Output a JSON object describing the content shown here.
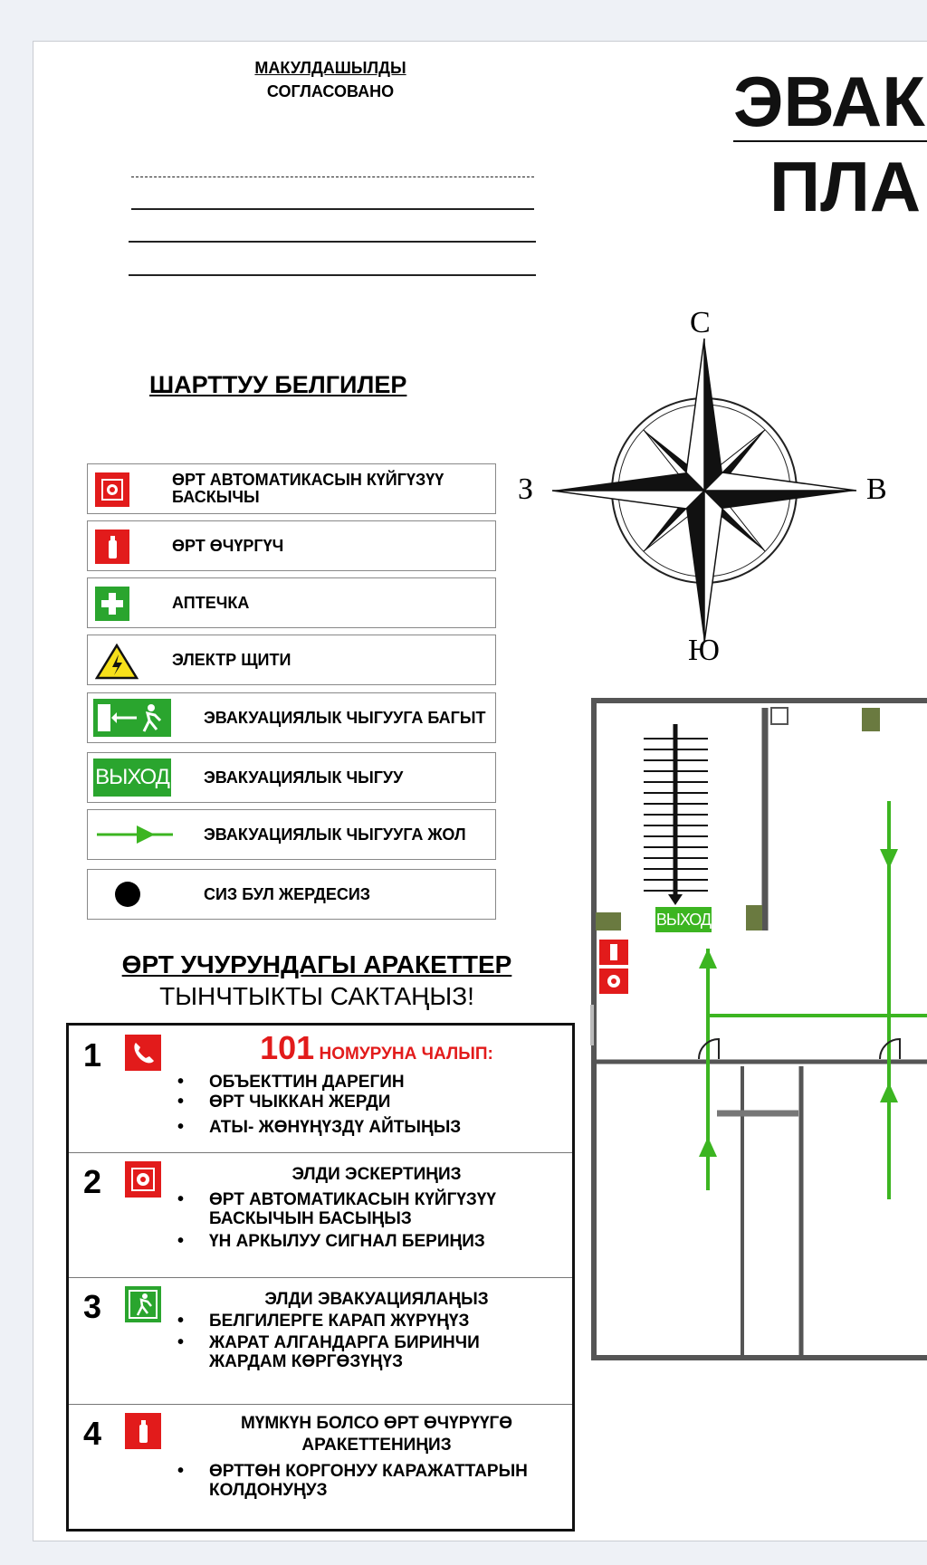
{
  "approval": {
    "line1": "МАКУЛДАШЫЛДЫ",
    "line2": "СОГЛАСОВАНО"
  },
  "title": {
    "line1": "ЭВАК",
    "line2": "ПЛА"
  },
  "compass": {
    "north": "С",
    "south": "Ю",
    "west": "З",
    "east": "В"
  },
  "legend": {
    "heading": "ШАРТТУУ БЕЛГИЛЕР",
    "items": [
      {
        "label": "ӨРТ АВТОМАТИКАСЫН КҮЙГҮЗҮҮ БАСКЫЧЫ",
        "icon": "fire-alarm-button-icon"
      },
      {
        "label": "ӨРТ ӨЧҮРГҮЧ",
        "icon": "fire-extinguisher-icon"
      },
      {
        "label": "АПТЕЧКА",
        "icon": "first-aid-icon"
      },
      {
        "label": "ЭЛЕКТР ЩИТИ",
        "icon": "electric-panel-icon"
      },
      {
        "label": "ЭВАКУАЦИЯЛЫК ЧЫГУУГА БАГЫТ",
        "icon": "exit-direction-icon"
      },
      {
        "label": "ЭВАКУАЦИЯЛЫК ЧЫГУУ",
        "icon": "exit-sign-icon",
        "sign": "ВЫХОД"
      },
      {
        "label": "ЭВАКУАЦИЯЛЫК ЧЫГУУГА ЖОЛ",
        "icon": "evacuation-route-icon"
      },
      {
        "label": "СИЗ БУЛ ЖЕРДЕСИЗ",
        "icon": "you-are-here-icon"
      }
    ]
  },
  "actions": {
    "heading": "ӨРТ УЧУРУНДАГЫ АРАКЕТТЕР",
    "subheading": "ТЫНЧТЫКТЫ САКТАҢЫЗ!",
    "steps": [
      {
        "num": "1",
        "phone": "101",
        "head": "НОМУРУНА ЧАЛЫП:",
        "bullets": [
          "ОБЪЕКТТИН ДАРЕГИН",
          "ӨРТ ЧЫККАН ЖЕРДИ",
          "АТЫ- ЖӨНҮҢҮЗДҮ АЙТЫҢЫЗ"
        ]
      },
      {
        "num": "2",
        "head": "ЭЛДИ ЭСКЕРТИҢИЗ",
        "bullets": [
          "ӨРТ АВТОМАТИКАСЫН КҮЙГҮЗҮҮ БАСКЫЧЫН БАСЫҢЫЗ",
          "ҮН АРКЫЛУУ СИГНАЛ БЕРИҢИЗ"
        ]
      },
      {
        "num": "3",
        "head": "ЭЛДИ ЭВАКУАЦИЯЛАҢЫЗ",
        "bullets": [
          "БЕЛГИЛЕРГЕ КАРАП ЖҮРҮҢҮЗ",
          "ЖАРАТ АЛГАНДАРГА БИРИНЧИ ЖАРДАМ КӨРГӨЗҮҢҮЗ"
        ]
      },
      {
        "num": "4",
        "head": "МҮМКҮН БОЛСО ӨРТ ӨЧҮРҮҮГӨ АРАКЕТТЕНИҢИЗ",
        "bullets": [
          "ӨРТТӨН КОРГОНУУ КАРАЖАТТАРЫН КОЛДОНУҢУЗ"
        ]
      }
    ]
  },
  "plan": {
    "exit_sign": "ВЫХОД"
  },
  "colors": {
    "red": "#e21b1b",
    "green": "#2aa52e",
    "route": "#3cb521"
  }
}
